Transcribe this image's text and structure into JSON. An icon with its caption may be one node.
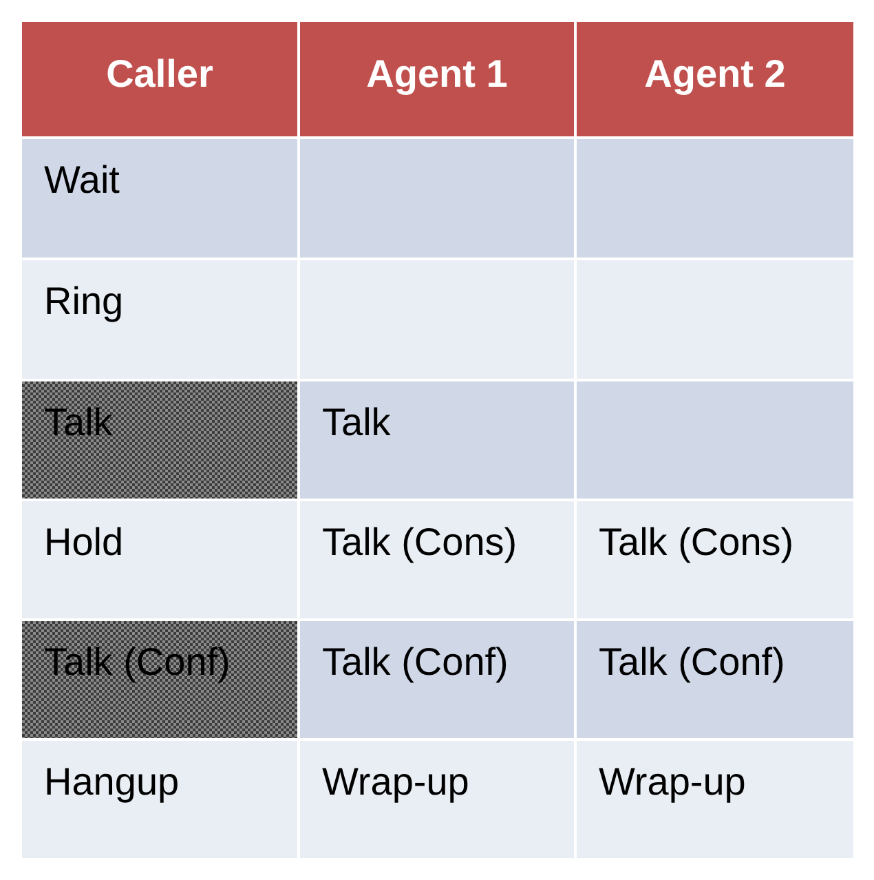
{
  "diagram": {
    "labels": [
      "Caller",
      "Agent 1",
      "Agent 2",
      "Wait",
      "Ring",
      "Talk",
      "Talk",
      "Hold",
      "Talk (Cons)",
      "Talk (Cons)",
      "Talk (Conf)",
      "Talk (Conf)",
      "Talk (Conf)",
      "Hangup",
      "Wrap-up",
      "Wrap-up"
    ]
  }
}
